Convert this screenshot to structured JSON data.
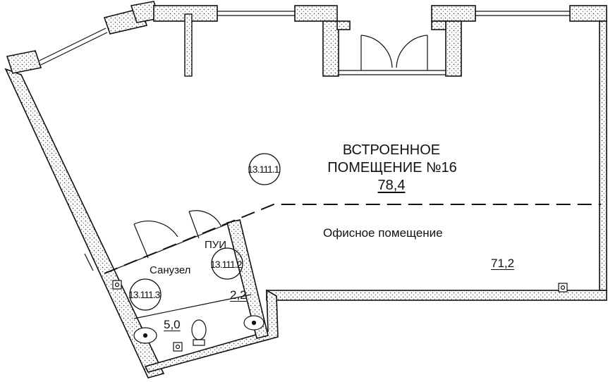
{
  "plan": {
    "title_line1": "ВСТРОЕННОЕ",
    "title_line2": "ПОМЕЩЕНИЕ №16",
    "total_area": "78,4",
    "rooms": [
      {
        "code": "13.111.1"
      },
      {
        "name": "Офисное помещение",
        "area": "71,2"
      },
      {
        "name": "ПУИ",
        "code": "13.111.2",
        "area": "2,2"
      },
      {
        "name": "Санузел",
        "code": "13.111.3",
        "area": "5,0"
      }
    ]
  }
}
